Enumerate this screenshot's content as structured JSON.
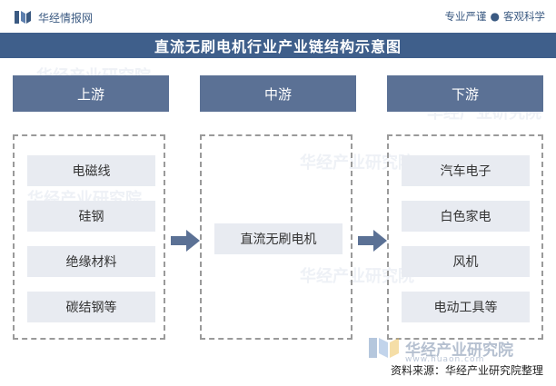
{
  "header": {
    "logo_text": "华经情报网",
    "slogan_left": "专业严谨",
    "slogan_dot": "●",
    "slogan_right": "客观科学"
  },
  "title": "直流无刷电机行业产业链结构示意图",
  "stages": [
    {
      "label": "上游",
      "items": [
        "电磁线",
        "硅钢",
        "绝缘材料",
        "碳结钢等"
      ]
    },
    {
      "label": "中游",
      "items": [
        "直流无刷电机"
      ]
    },
    {
      "label": "下游",
      "items": [
        "汽车电子",
        "白色家电",
        "风机",
        "电动工具等"
      ]
    }
  ],
  "watermark": {
    "brand": "华经产业研究院",
    "url": "www.huaon.com"
  },
  "source": "资料来源：华经产业研究院整理",
  "colors": {
    "primary": "#3f5f8b",
    "stage_header": "#5b7195",
    "item_bg": "#e8ebf1",
    "arrow": "#5b7195"
  }
}
